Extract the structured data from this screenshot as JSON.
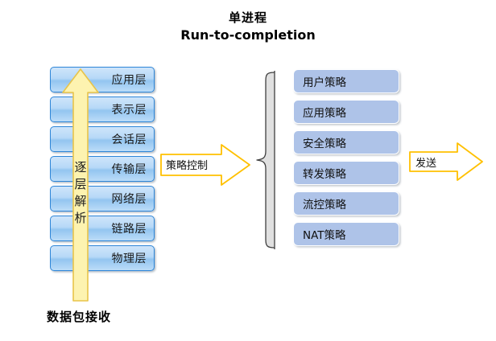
{
  "title": {
    "cn": "单进程",
    "en": "Run-to-completion"
  },
  "osi_stack": {
    "name": "OSI protocol layer stack",
    "layers": [
      {
        "label": "应用层"
      },
      {
        "label": "表示层"
      },
      {
        "label": "会话层"
      },
      {
        "label": "传输层"
      },
      {
        "label": "网络层"
      },
      {
        "label": "链路层"
      },
      {
        "label": "物理层"
      }
    ]
  },
  "up_arrow": {
    "label": "逐层解析",
    "color": "#fdf3b0",
    "border": "#e8c44a"
  },
  "bottom_caption": "数据包接收",
  "policy_arrow": {
    "label": "策略控制",
    "color": "#ffffff",
    "border": "#ffc000"
  },
  "brace": {
    "name": "left-curly-brace",
    "color": "#d9d9d9",
    "border": "#3f3f3f"
  },
  "policy_list": {
    "name": "policy list",
    "items": [
      {
        "label": "用户策略"
      },
      {
        "label": "应用策略"
      },
      {
        "label": "安全策略"
      },
      {
        "label": "转发策略"
      },
      {
        "label": "流控策略"
      },
      {
        "label": "NAT策略"
      }
    ],
    "fill": "#aec3e8"
  },
  "send_arrow": {
    "label": "发送",
    "color": "#ffffff",
    "border": "#ffc000"
  },
  "colors": {
    "layer_border": "#2e86d8",
    "layer_fill_light": "#cfe5fa",
    "layer_fill_dark": "#93c5f0",
    "arrow_yellow_fill": "#fdf3b0",
    "arrow_yellow_border": "#e8c44a",
    "arrow_gold_border": "#ffc000",
    "policy_fill": "#aec3e8",
    "background": "#ffffff"
  }
}
